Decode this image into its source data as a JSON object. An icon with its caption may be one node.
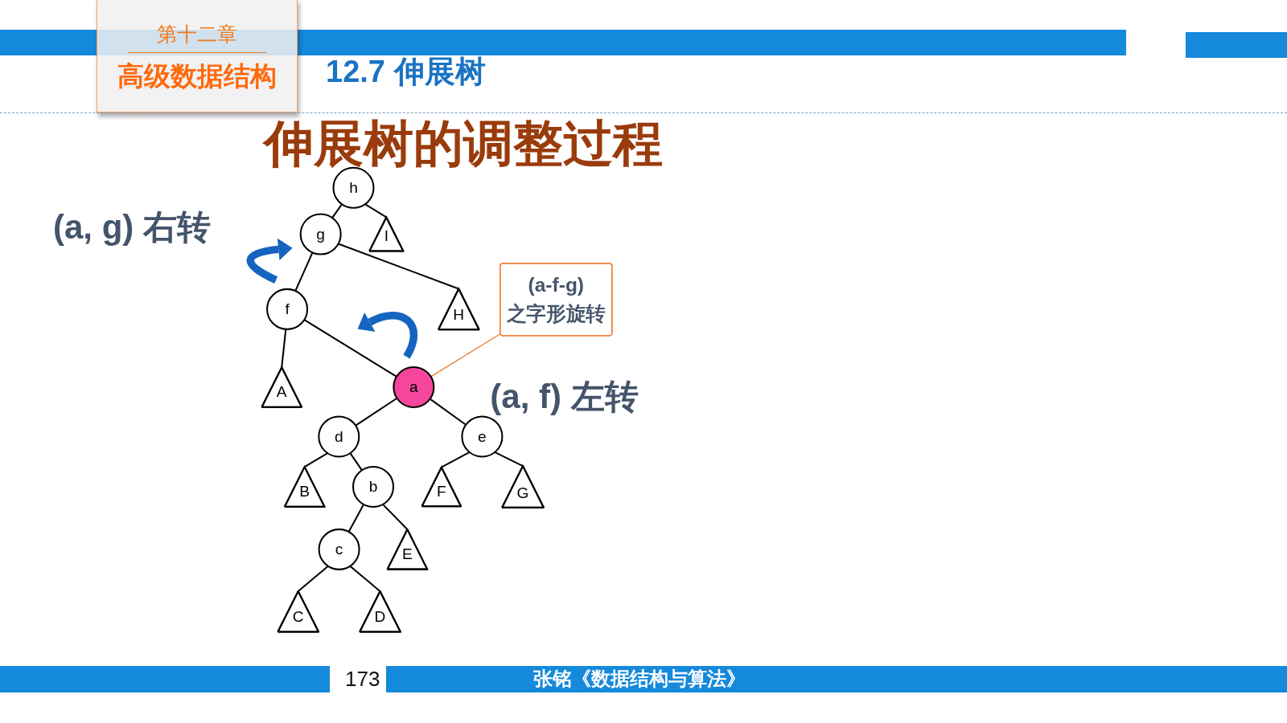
{
  "diagram": {
    "title": "伸展树的调整过程",
    "nodes": [
      {
        "text": [
          "h"
        ]
      },
      {
        "text": [
          "g"
        ]
      },
      {
        "text": [
          "I"
        ]
      },
      {
        "text": [
          "f"
        ]
      },
      {
        "text": [
          "H"
        ]
      },
      {
        "text": [
          "A"
        ]
      },
      {
        "text": [
          "a"
        ]
      },
      {
        "text": [
          "d"
        ]
      },
      {
        "text": [
          "e"
        ]
      },
      {
        "text": [
          "B"
        ]
      },
      {
        "text": [
          "b"
        ]
      },
      {
        "text": [
          "F"
        ]
      },
      {
        "text": [
          "G"
        ]
      },
      {
        "text": [
          "c"
        ]
      },
      {
        "text": [
          "E"
        ]
      },
      {
        "text": [
          "C"
        ]
      },
      {
        "text": [
          "D"
        ]
      },
      {
        "text": [
          "(a-f-g)",
          "之字形旋转"
        ]
      }
    ],
    "edges": [
      {
        "from": 0,
        "to": 1,
        "arrow": "none"
      },
      {
        "from": 0,
        "to": 2,
        "arrow": "none"
      },
      {
        "from": 1,
        "to": 3,
        "arrow": "none"
      },
      {
        "from": 1,
        "to": 4,
        "arrow": "none"
      },
      {
        "from": 3,
        "to": 5,
        "arrow": "none"
      },
      {
        "from": 3,
        "to": 6,
        "arrow": "none"
      },
      {
        "from": 6,
        "to": 7,
        "arrow": "none"
      },
      {
        "from": 6,
        "to": 8,
        "arrow": "none"
      },
      {
        "from": 7,
        "to": 9,
        "arrow": "none"
      },
      {
        "from": 7,
        "to": 10,
        "arrow": "none"
      },
      {
        "from": 8,
        "to": 11,
        "arrow": "none"
      },
      {
        "from": 8,
        "to": 12,
        "arrow": "none"
      },
      {
        "from": 10,
        "to": 13,
        "arrow": "none"
      },
      {
        "from": 10,
        "to": 14,
        "arrow": "none"
      },
      {
        "from": 13,
        "to": 15,
        "arrow": "none"
      },
      {
        "from": 13,
        "to": 16,
        "arrow": "none"
      },
      {
        "from": 17,
        "to": 6,
        "arrow": "none",
        "color": "#ed7d31"
      }
    ],
    "labels": [
      "第十二章",
      "高级数据结构",
      "12.7 伸展树",
      "(a, g) 右转",
      "(a, f) 左转",
      "173",
      "张铭《数据结构与算法》"
    ]
  }
}
